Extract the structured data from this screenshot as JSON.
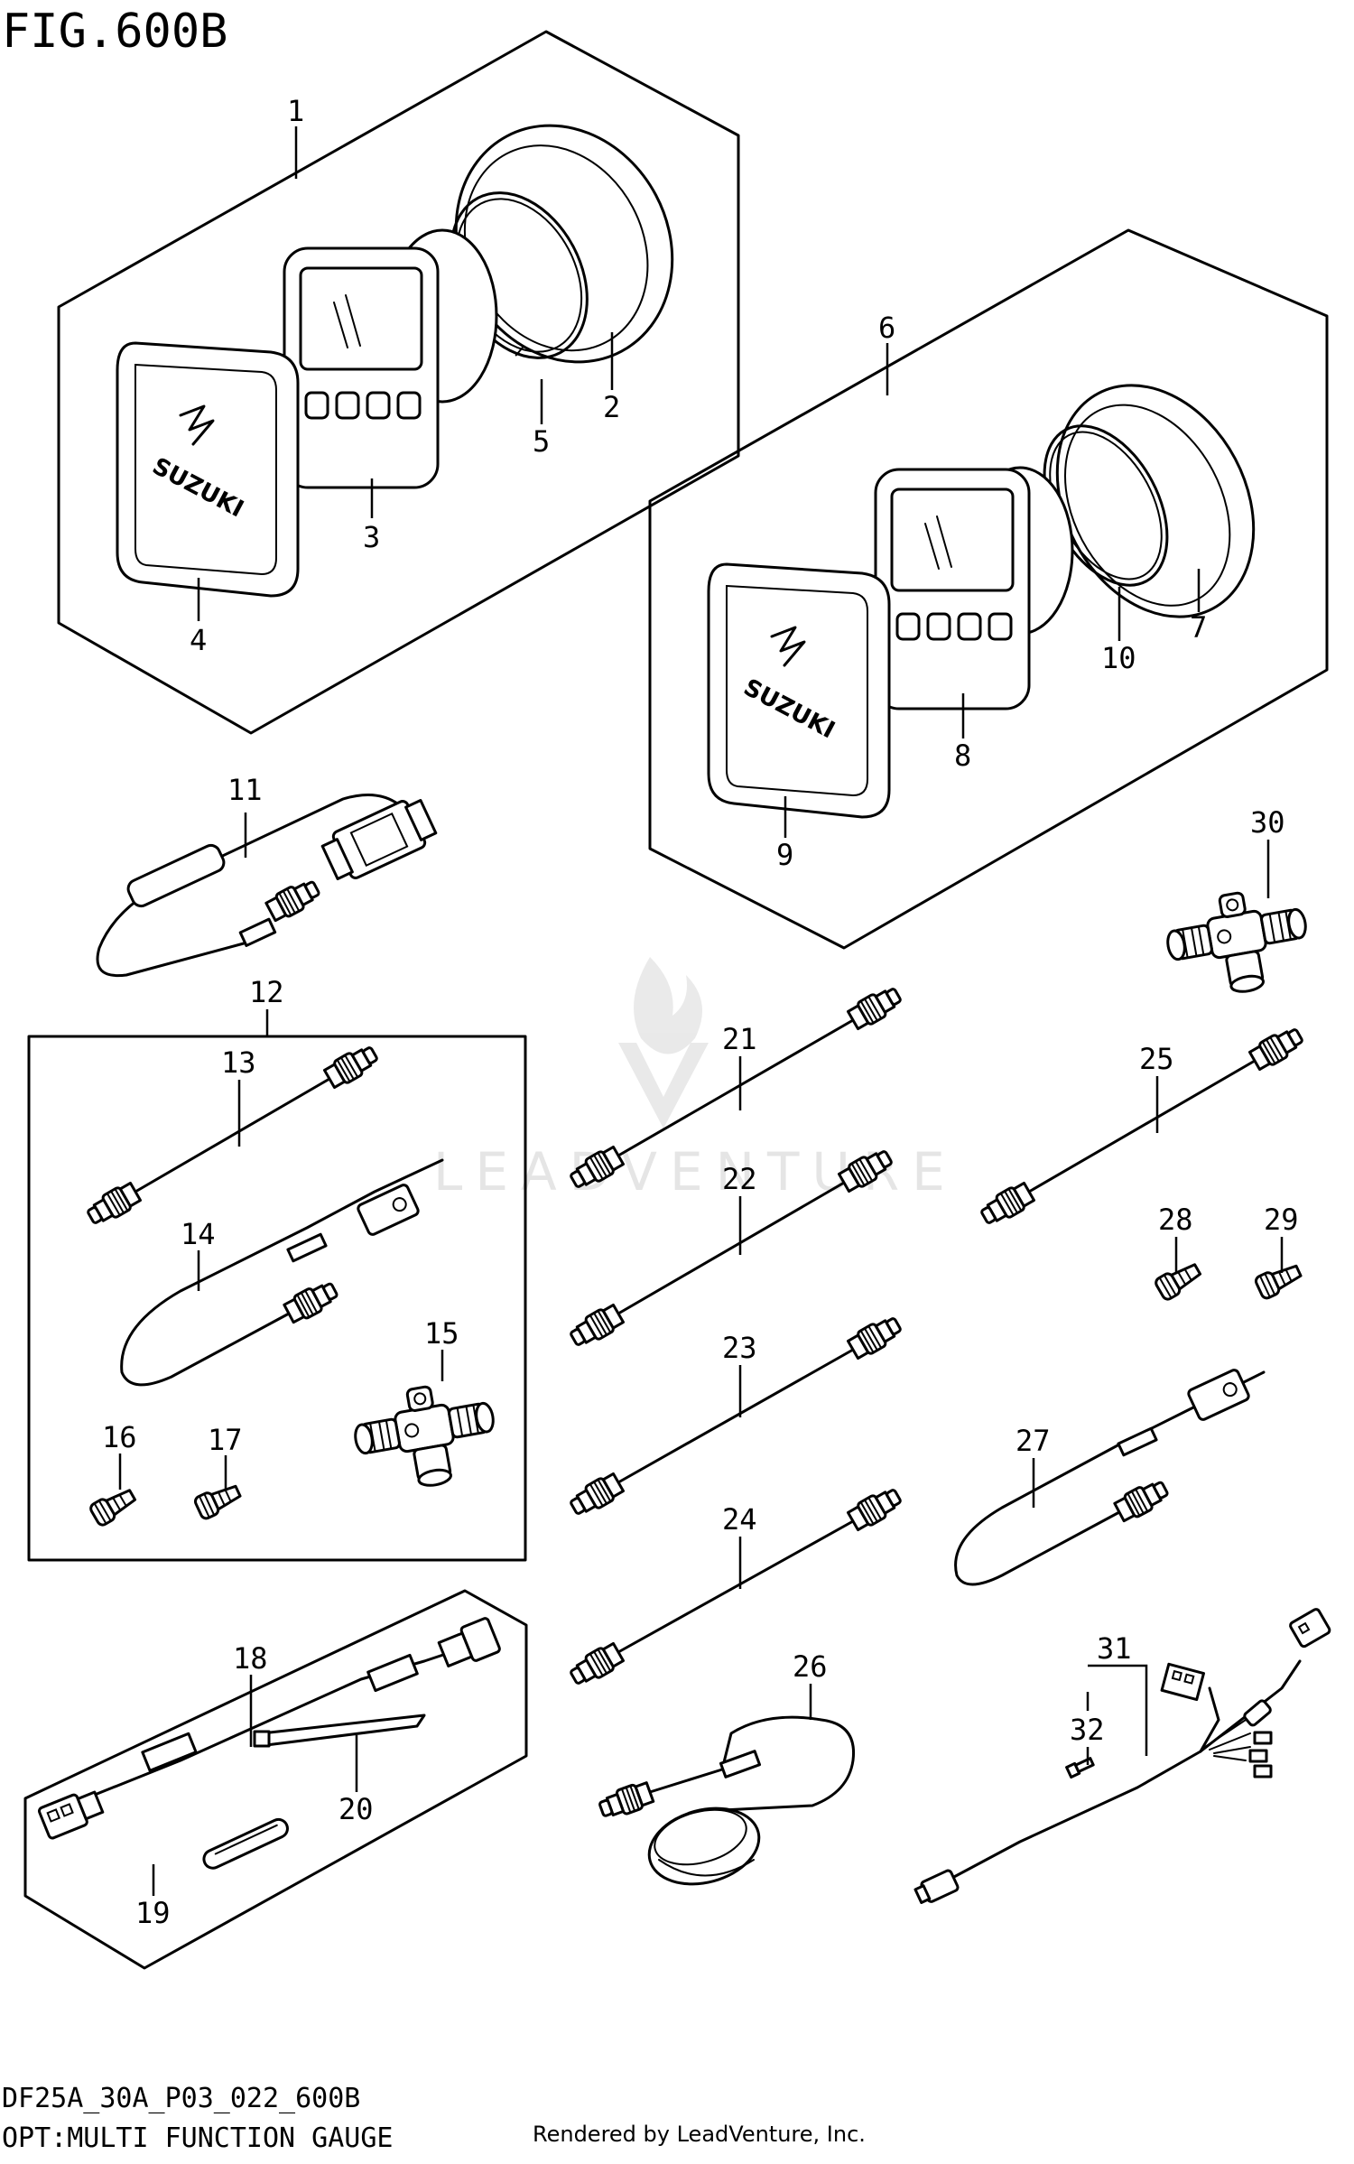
{
  "header": {
    "title": "FIG.600B"
  },
  "footer": {
    "code": "DF25A_30A_P03_022_600B",
    "caption": "OPT:MULTI FUNCTION GAUGE",
    "rendered_by": "Rendered by LeadVenture, Inc."
  },
  "watermark": {
    "text": "LEADVENTURE"
  },
  "brand": {
    "text": "SUZUKI"
  },
  "callouts": {
    "c1": "1",
    "c2": "2",
    "c3": "3",
    "c4": "4",
    "c5": "5",
    "c6": "6",
    "c7": "7",
    "c8": "8",
    "c9": "9",
    "c10": "10",
    "c11": "11",
    "c12": "12",
    "c13": "13",
    "c14": "14",
    "c15": "15",
    "c16": "16",
    "c17": "17",
    "c18": "18",
    "c19": "19",
    "c20": "20",
    "c21": "21",
    "c22": "22",
    "c23": "23",
    "c24": "24",
    "c25": "25",
    "c26": "26",
    "c27": "27",
    "c28": "28",
    "c29": "29",
    "c30": "30",
    "c31": "31",
    "c32": "32"
  },
  "colors": {
    "line": "#000000",
    "background": "#ffffff",
    "watermark": "#d0d0d0"
  }
}
